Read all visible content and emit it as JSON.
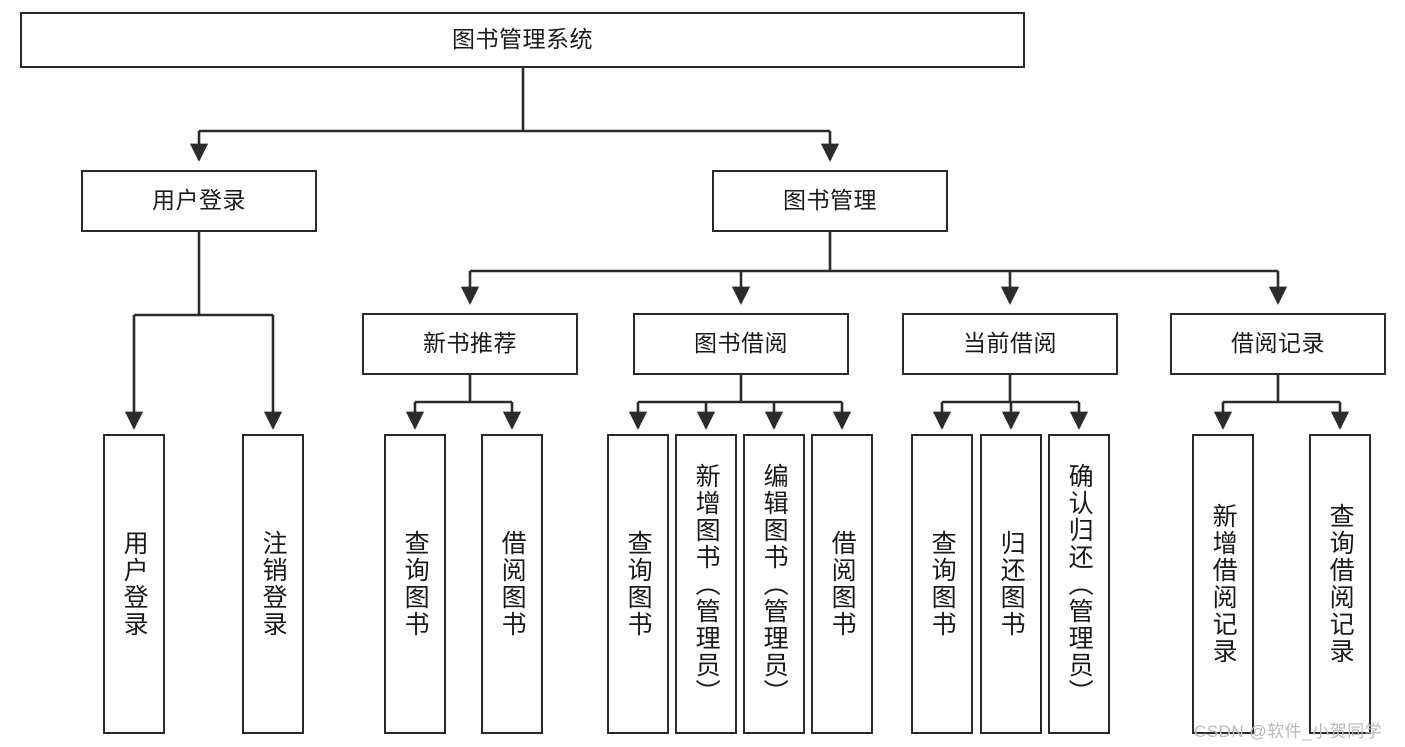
{
  "diagram": {
    "title": "图书管理系统",
    "watermark": "CSDN @软件_小贺同学",
    "colors": {
      "stroke": "#2b2b2b",
      "fill": "#ffffff",
      "text": "#1a1a1a",
      "watermark": "#b9b9b9"
    },
    "root": {
      "label": "图书管理系统"
    },
    "level2": [
      {
        "label": "用户登录"
      },
      {
        "label": "图书管理"
      }
    ],
    "level3": [
      {
        "label": "新书推荐"
      },
      {
        "label": "图书借阅"
      },
      {
        "label": "当前借阅"
      },
      {
        "label": "借阅记录"
      }
    ],
    "leaves": {
      "user_login": [
        {
          "label": "用户登录"
        },
        {
          "label": "注销登录"
        }
      ],
      "new_book": [
        {
          "label": "查询图书"
        },
        {
          "label": "借阅图书"
        }
      ],
      "book_borrow": [
        {
          "label": "查询图书"
        },
        {
          "label": "新增图书（管理员）"
        },
        {
          "label": "编辑图书（管理员）"
        },
        {
          "label": "借阅图书"
        }
      ],
      "current_borrow": [
        {
          "label": "查询图书"
        },
        {
          "label": "归还图书"
        },
        {
          "label": "确认归还（管理员）"
        }
      ],
      "borrow_record": [
        {
          "label": "新增借阅记录"
        },
        {
          "label": "查询借阅记录"
        }
      ]
    }
  }
}
